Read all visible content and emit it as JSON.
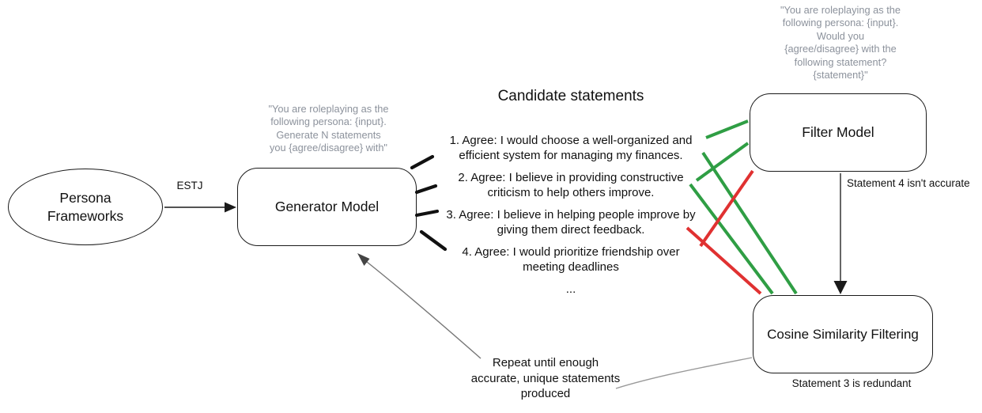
{
  "colors": {
    "accept_green": "#2f9e44",
    "reject_red": "#e03131",
    "prompt_gray": "#8c929c",
    "stroke_black": "#1a1a1a",
    "feedback_gray": "#777777"
  },
  "nodes": {
    "persona_frameworks": {
      "label": "Persona\nFrameworks"
    },
    "generator_model": {
      "label": "Generator Model",
      "prompt": "\"You are roleplaying as the\nfollowing persona: {input}.\nGenerate N statements\nyou {agree/disagree} with\""
    },
    "filter_model": {
      "label": "Filter Model",
      "prompt": "\"You are roleplaying as the\nfollowing persona: {input}.\nWould you\n{agree/disagree} with the\nfollowing statement?\n{statement}\""
    },
    "cosine_filtering": {
      "label": "Cosine Similarity Filtering"
    }
  },
  "candidates": {
    "title": "Candidate statements",
    "items": [
      "1. Agree: I would choose a well-organized and\nefficient system for managing my finances.",
      "2. Agree: I believe in providing constructive\ncriticism to help others improve.",
      "3. Agree: I believe in helping people improve by\ngiving them direct feedback.",
      "4. Agree: I would prioritize friendship over\nmeeting deadlines",
      "..."
    ]
  },
  "edges": {
    "estj_label": "ESTJ",
    "filter_note": "Statement 4 isn't accurate",
    "cosine_note": "Statement 3 is redundant",
    "repeat_note": "Repeat until enough\naccurate, unique statements\nproduced",
    "connections": [
      {
        "from": "persona_frameworks",
        "to": "generator_model",
        "color": "black",
        "label": "ESTJ"
      },
      {
        "from": "generator_model",
        "to": "candidate_statements_1_4",
        "color": "black"
      },
      {
        "from": "statement_1",
        "to": "filter_model",
        "color": "green"
      },
      {
        "from": "statement_2",
        "to": "filter_model",
        "color": "green"
      },
      {
        "from": "statement_1",
        "to": "cosine_filtering",
        "color": "green"
      },
      {
        "from": "statement_2",
        "to": "cosine_filtering",
        "color": "green"
      },
      {
        "from": "filter_model",
        "to": "statement_4",
        "color": "red"
      },
      {
        "from": "statement_3",
        "to": "cosine_filtering",
        "color": "red"
      },
      {
        "from": "filter_model",
        "to": "cosine_filtering",
        "color": "black"
      },
      {
        "from": "cosine_filtering",
        "to": "generator_model",
        "color": "gray",
        "label": "repeat loop"
      }
    ]
  }
}
